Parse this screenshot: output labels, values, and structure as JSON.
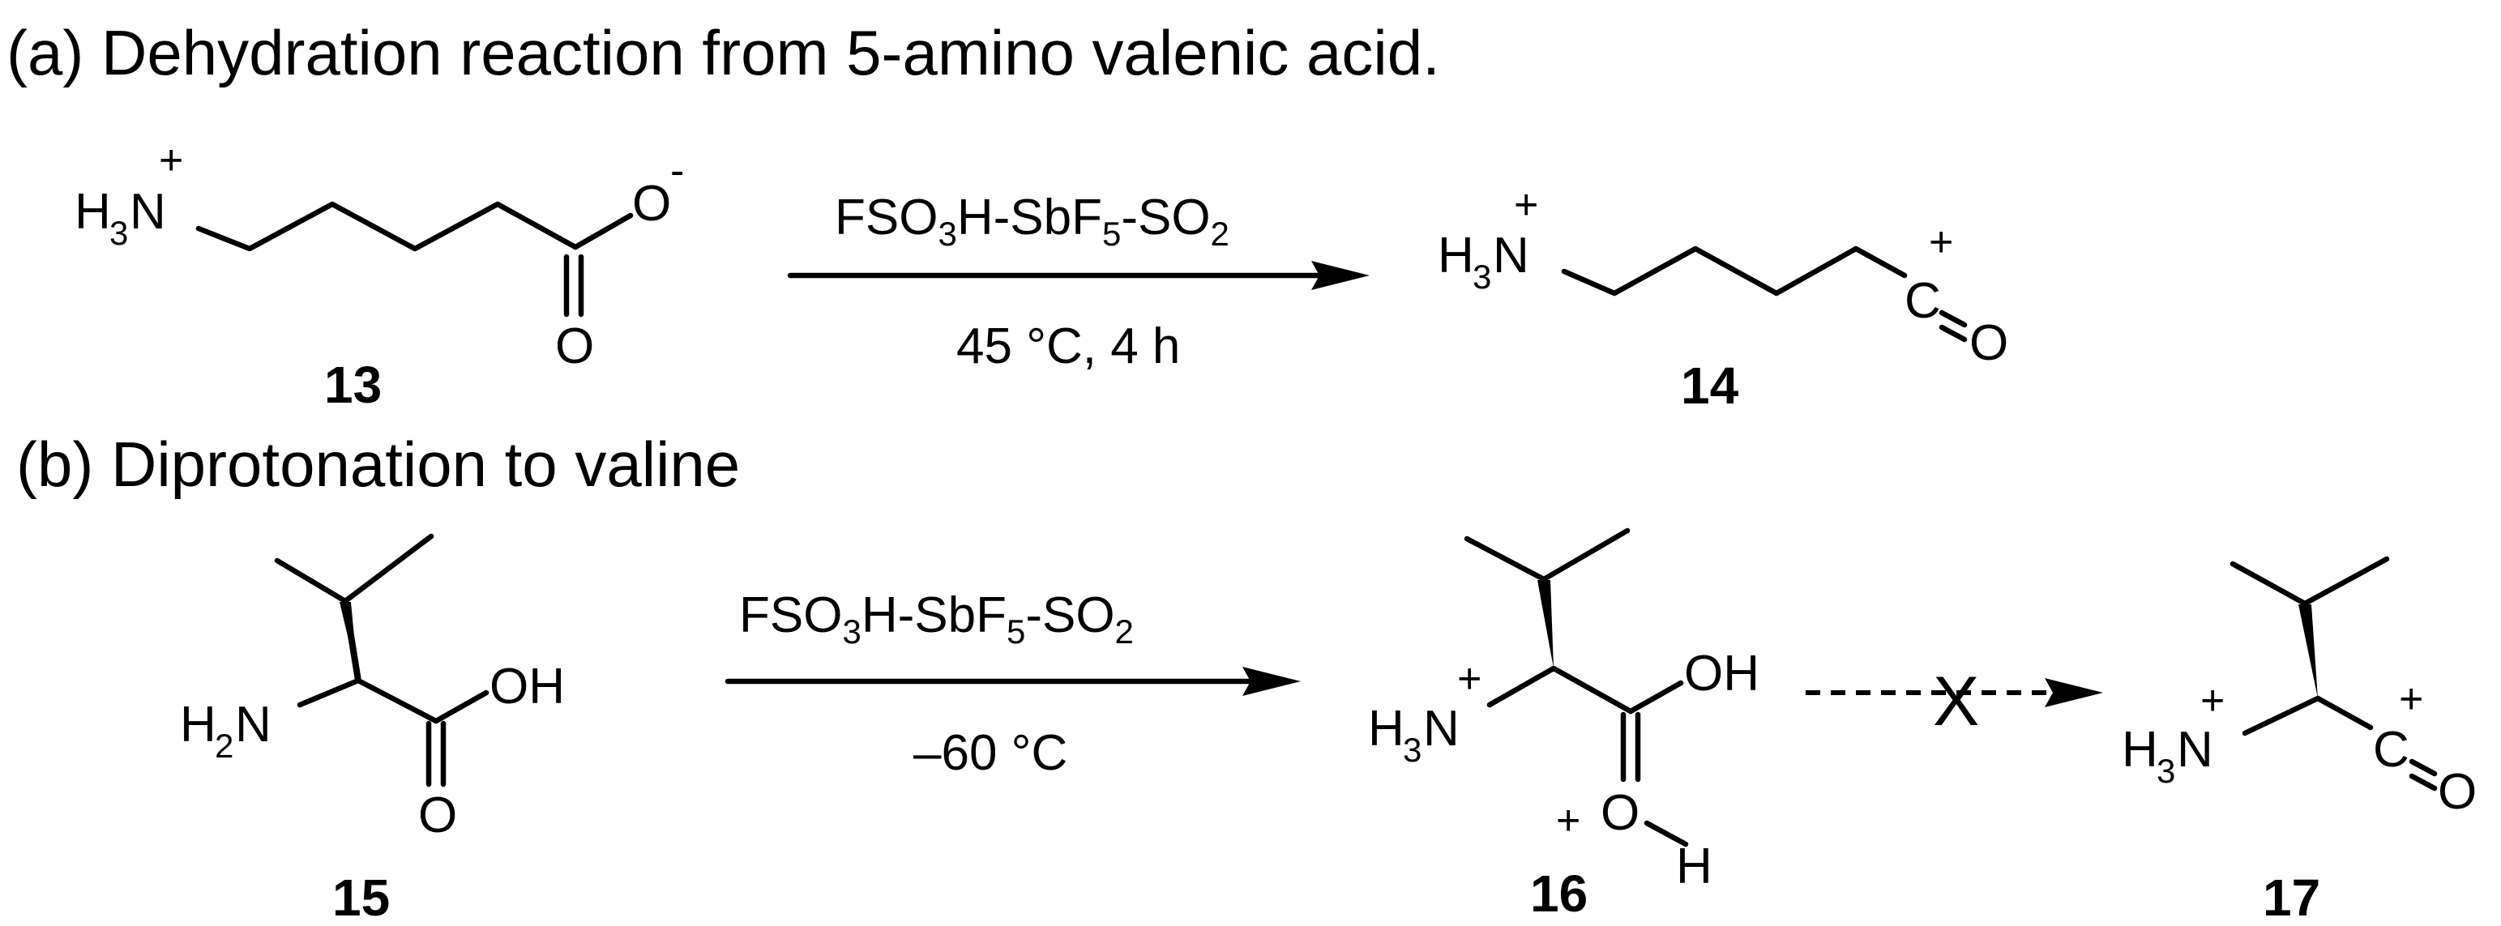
{
  "panel_a": {
    "heading": "(a) Dehydration reaction from 5-amino valenic acid.",
    "reagent_main": "FSO",
    "reagent_sub1": "3",
    "reagent_mid": "H-SbF",
    "reagent_sub2": "5",
    "reagent_end": "-SO",
    "reagent_sub3": "2",
    "conditions": "45 °C, 4 h",
    "reactant_number": "13",
    "product_number": "14"
  },
  "panel_b": {
    "heading": "(b) Diprotonation to valine",
    "reagent_main": "FSO",
    "reagent_sub1": "3",
    "reagent_mid": "H-SbF",
    "reagent_sub2": "5",
    "reagent_end": "-SO",
    "reagent_sub3": "2",
    "conditions": "–60 °C",
    "reactant_number": "15",
    "product_number": "16",
    "blocked_product_number": "17",
    "blocked_mark": "X"
  },
  "atoms": {
    "H": "H",
    "N": "N",
    "O": "O",
    "C": "C",
    "OH": "OH",
    "sub2": "2",
    "sub3": "3",
    "plus": "+",
    "minus": "-"
  }
}
